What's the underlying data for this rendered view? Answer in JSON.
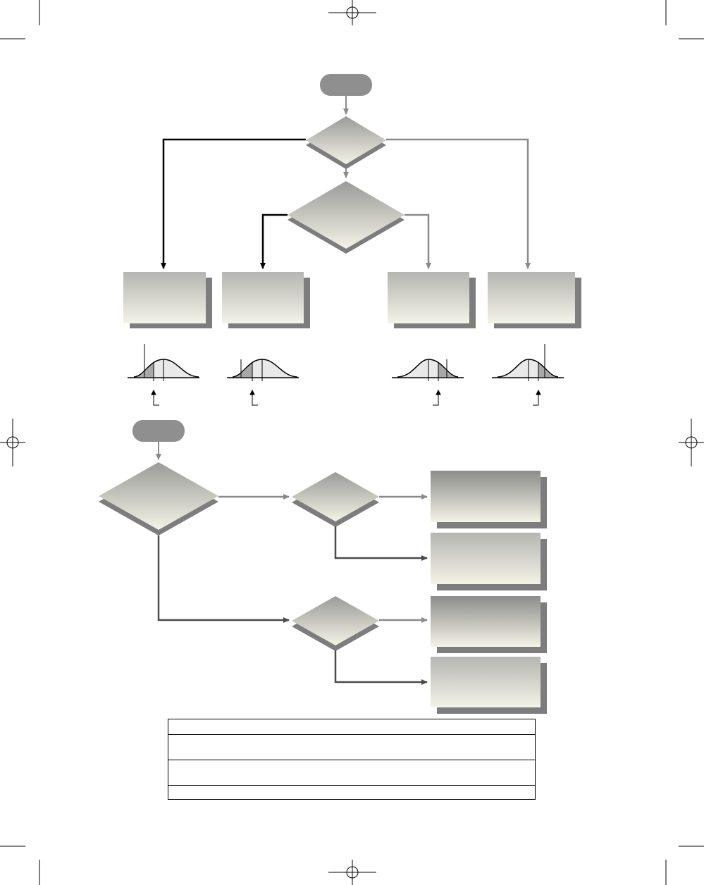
{
  "page": {
    "background": "#ffffff"
  },
  "colors": {
    "terminator": "#8f8f8f",
    "decision_top": "#9a9a98",
    "decision_bottom": "#f3f3e7",
    "box_top": "#b5b5b2",
    "box_top_dark": "#8c8c8a",
    "box_bottom": "#f3f3e7",
    "shadow": "#7d7d7d",
    "arrow_black": "#000000",
    "arrow_gray": "#8a8a8a",
    "arrow_dark": "#4a4a4a",
    "curve_shade": "#a8a8a8",
    "curve_fill": "#e9e9e9"
  },
  "upper_flow": {
    "start": "",
    "decision_1": "",
    "decision_2": "",
    "boxes": [
      "",
      "",
      "",
      ""
    ],
    "curves": [
      {
        "shaded_tail": "left",
        "position": "left"
      },
      {
        "shaded_tail": "left",
        "position": "left"
      },
      {
        "shaded_tail": "right",
        "position": "right"
      },
      {
        "shaded_tail": "right",
        "position": "right"
      }
    ]
  },
  "lower_flow": {
    "start": "",
    "decision_main": "",
    "decision_upper": "",
    "decision_lower": "",
    "boxes": [
      "",
      "",
      "",
      ""
    ]
  },
  "table": {
    "rows": [
      "",
      "",
      "",
      ""
    ]
  }
}
